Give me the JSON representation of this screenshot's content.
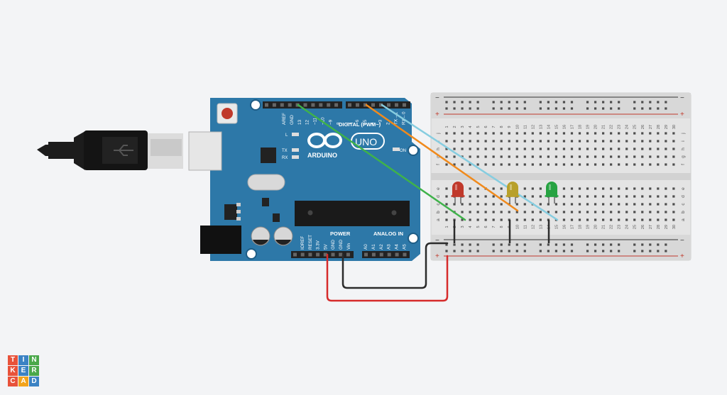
{
  "arduino": {
    "brand": "ARDUINO",
    "model": "UNO",
    "digital_header": "DIGITAL (PWM~)",
    "power_header": "POWER",
    "analog_header": "ANALOG IN",
    "on_label": "ON",
    "l_label": "L",
    "tx_label": "TX",
    "rx_label": "RX",
    "top_pins": [
      "AREF",
      "GND",
      "13",
      "12",
      "~11",
      "~10",
      "~9",
      "8",
      "7",
      "~6",
      "~5",
      "4",
      "~3",
      "2",
      "TX→1",
      "RX←0"
    ],
    "power_pins": [
      "IOREF",
      "RESET",
      "3.3V",
      "5V",
      "GND",
      "GND",
      "Vin"
    ],
    "analog_pins": [
      "A0",
      "A1",
      "A2",
      "A3",
      "A4",
      "A5"
    ]
  },
  "breadboard": {
    "columns": [
      "1",
      "2",
      "3",
      "4",
      "5",
      "6",
      "7",
      "8",
      "9",
      "10",
      "11",
      "12",
      "13",
      "14",
      "15",
      "16",
      "17",
      "18",
      "19",
      "20",
      "21",
      "22",
      "23",
      "24",
      "25",
      "26",
      "27",
      "28",
      "29",
      "30"
    ],
    "rows_top": [
      "j",
      "i",
      "h",
      "g",
      "f"
    ],
    "rows_bottom": [
      "e",
      "d",
      "c",
      "b",
      "a"
    ],
    "rail_minus": "−",
    "rail_plus": "+"
  },
  "leds": [
    {
      "name": "red",
      "color": "#c0392b"
    },
    {
      "name": "yellow",
      "color": "#b8a02a"
    },
    {
      "name": "green",
      "color": "#27a342"
    }
  ],
  "wire_colors": {
    "green": "#3fb24a",
    "orange": "#f08a1c",
    "cyan": "#86cde0",
    "black": "#2b2b2b",
    "red": "#d62b2b"
  },
  "logo": {
    "letters": [
      "T",
      "I",
      "N",
      "K",
      "E",
      "R",
      "C",
      "A",
      "D"
    ],
    "colors": [
      "#e8523a",
      "#3b82c4",
      "#4aa84a",
      "#e8523a",
      "#3b82c4",
      "#4aa84a",
      "#e8523a",
      "#f2a31b",
      "#3b82c4"
    ]
  }
}
